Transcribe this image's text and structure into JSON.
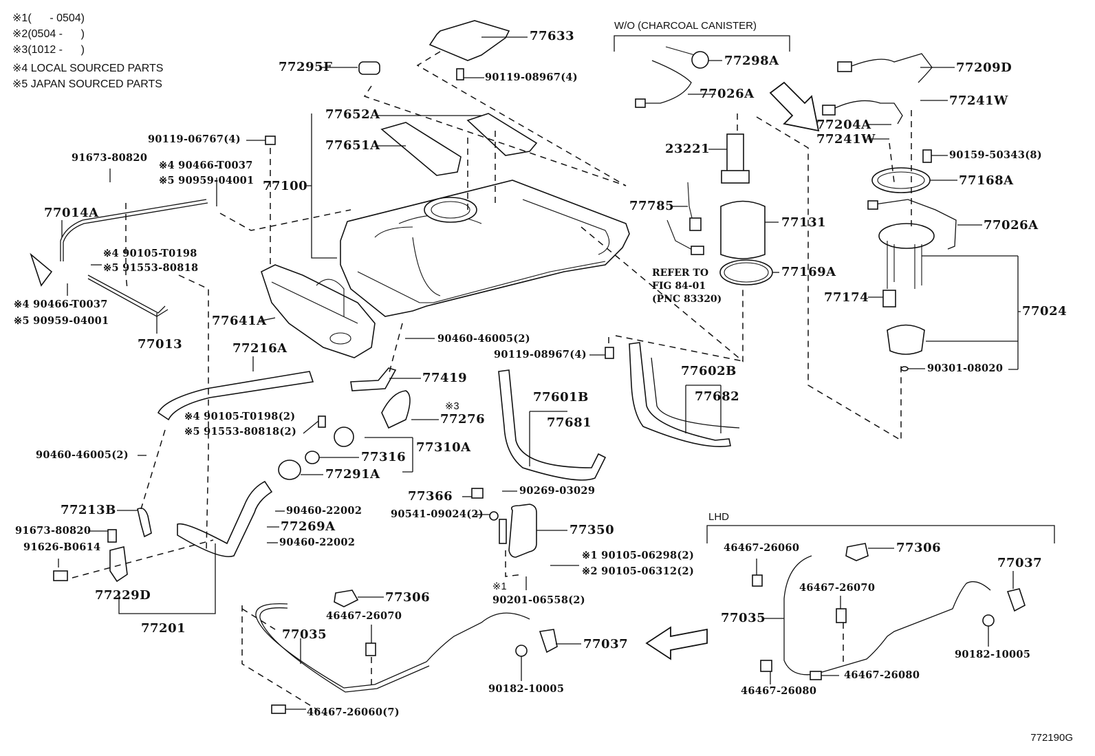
{
  "legend": [
    {
      "mark": "※1",
      "text": "(      - 0504)"
    },
    {
      "mark": "※2",
      "text": "(0504 -      )"
    },
    {
      "mark": "※3",
      "text": "(1012 -      )"
    },
    {
      "mark": "※4",
      "text": "LOCAL SOURCED PARTS"
    },
    {
      "mark": "※5",
      "text": "JAPAN SOURCED PARTS"
    }
  ],
  "group_labels": {
    "charcoal": "W/O (CHARCOAL CANISTER)",
    "lhd": "LHD"
  },
  "reference_note": "REFER TO\nFIG 84-01\n(PNC 83320)",
  "figure_id": "772190G",
  "parts": {
    "p77633": "77633",
    "p77295F": "77295F",
    "p90119_08967_top": "90119-08967(4)",
    "p77652A": "77652A",
    "p77651A": "77651A",
    "p77100": "77100",
    "p90119_06767": "90119-06767(4)",
    "p91673_80820_top": "91673-80820",
    "p90466_T0037_top": "※4 90466-T0037",
    "p90959_04001_top": "※5 90959-04001",
    "p77014A": "77014A",
    "p90105_T0198_top": "※4 90105-T0198",
    "p91553_80818_top": "※5 91553-80818",
    "p90466_T0037_bot": "※4 90466-T0037",
    "p90959_04001_bot": "※5 90959-04001",
    "p77013": "77013",
    "p77641A": "77641A",
    "p77216A": "77216A",
    "p90460_46005_mid": "90460-46005(2)",
    "p77419": "77419",
    "p77276_note": "※3",
    "p77276": "77276",
    "p90105_T0198_mid": "※4 90105-T0198(2)",
    "p91553_80818_mid": "※5 91553-80818(2)",
    "p90460_46005_left": "90460-46005(2)",
    "p77316": "77316",
    "p77310A": "77310A",
    "p77291A": "77291A",
    "p77213B": "77213B",
    "p91673_80820_bot": "91673-80820",
    "p91626_B0614": "91626-B0614",
    "p77229D": "77229D",
    "p77201": "77201",
    "p90460_22002_a": "90460-22002",
    "p77269A": "77269A",
    "p90460_22002_b": "90460-22002",
    "p77298A": "77298A",
    "p77026A_top": "77026A",
    "p23221": "23221",
    "p77785": "77785",
    "p77131": "77131",
    "p77169A": "77169A",
    "p77209D": "77209D",
    "p77241W_a": "77241W",
    "p77204A": "77204A",
    "p77241W_b": "77241W",
    "p90159_50343": "90159-50343(8)",
    "p77168A": "77168A",
    "p77026A_right": "77026A",
    "p77174": "77174",
    "p77024": "77024",
    "p90301_08020": "90301-08020",
    "p90119_08967_mid": "90119-08967(4)",
    "p77602B": "77602B",
    "p77682": "77682",
    "p77601B": "77601B",
    "p77681": "77681",
    "p77366": "77366",
    "p90269_03029": "90269-03029",
    "p90541_09024": "90541-09024(2)",
    "p77350": "77350",
    "p90105_06298": "※1 90105-06298(2)",
    "p90105_06312": "※2 90105-06312(2)",
    "p90201_note": "※1",
    "p90201_06558": "90201-06558(2)",
    "p77306_main": "77306",
    "p46467_26070_main": "46467-26070",
    "p77035_main": "77035",
    "p77037_main": "77037",
    "p90182_10005_main": "90182-10005",
    "p46467_26060_main": "46467-26060(7)",
    "p46467_26060_lhd": "46467-26060",
    "p77306_lhd": "77306",
    "p77037_lhd": "77037",
    "p46467_26070_lhd": "46467-26070",
    "p77035_lhd": "77035",
    "p90182_10005_lhd": "90182-10005",
    "p46467_26080_a": "46467-26080",
    "p46467_26080_b": "46467-26080"
  }
}
